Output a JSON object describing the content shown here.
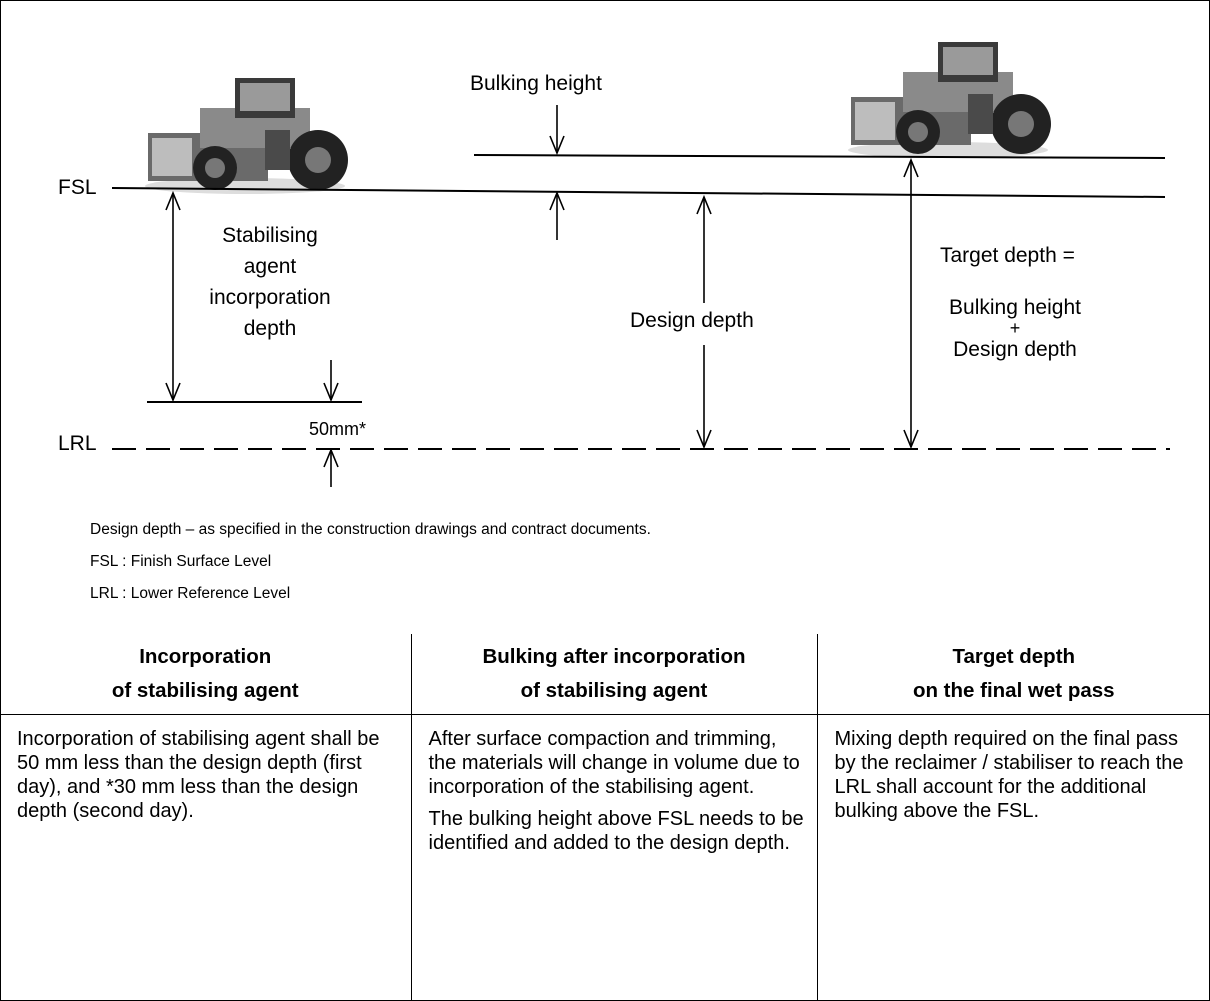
{
  "diagram": {
    "fsl": "FSL",
    "lrl": "LRL",
    "bulking_height": "Bulking height",
    "stabilising_lines": [
      "Stabilising",
      "agent",
      "incorporation",
      "depth"
    ],
    "offset_50": "50mm*",
    "design_depth": "Design depth",
    "target_depth_lines": [
      "Target depth =",
      "Bulking height",
      "+",
      "Design depth"
    ],
    "notes": [
      "Design depth – as specified in the construction drawings and contract documents.",
      "FSL : Finish Surface Level",
      "LRL : Lower Reference Level"
    ]
  },
  "table": {
    "headers": [
      [
        "Incorporation",
        "of stabilising agent"
      ],
      [
        "Bulking after incorporation",
        "of stabilising agent"
      ],
      [
        "Target depth",
        "on the final wet pass"
      ]
    ],
    "cells": [
      [
        "Incorporation of stabilising agent shall be 50 mm less than the design depth (first day), and *30 mm less than the design depth (second day)."
      ],
      [
        "After surface compaction and trimming, the materials will change in volume due to incorporation of the stabilising agent.",
        "The bulking height above FSL needs to be identified and added to the design depth."
      ],
      [
        "Mixing depth required on the final pass by the reclaimer / stabiliser to reach the LRL shall account for the additional bulking above the FSL."
      ]
    ]
  }
}
